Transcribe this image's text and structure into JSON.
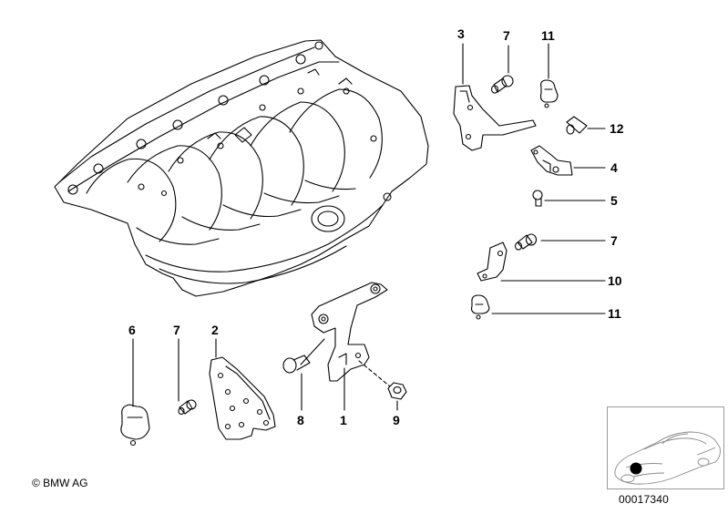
{
  "copyright": "© BMW AG",
  "diagram_number": "00017340",
  "callouts": {
    "c1": "1",
    "c2": "2",
    "c3": "3",
    "c4": "4",
    "c5": "5",
    "c6": "6",
    "c7a": "7",
    "c7b": "7",
    "c7c": "7",
    "c8": "8",
    "c9": "9",
    "c10": "10",
    "c11a": "11",
    "c11b": "11",
    "c12": "12"
  }
}
